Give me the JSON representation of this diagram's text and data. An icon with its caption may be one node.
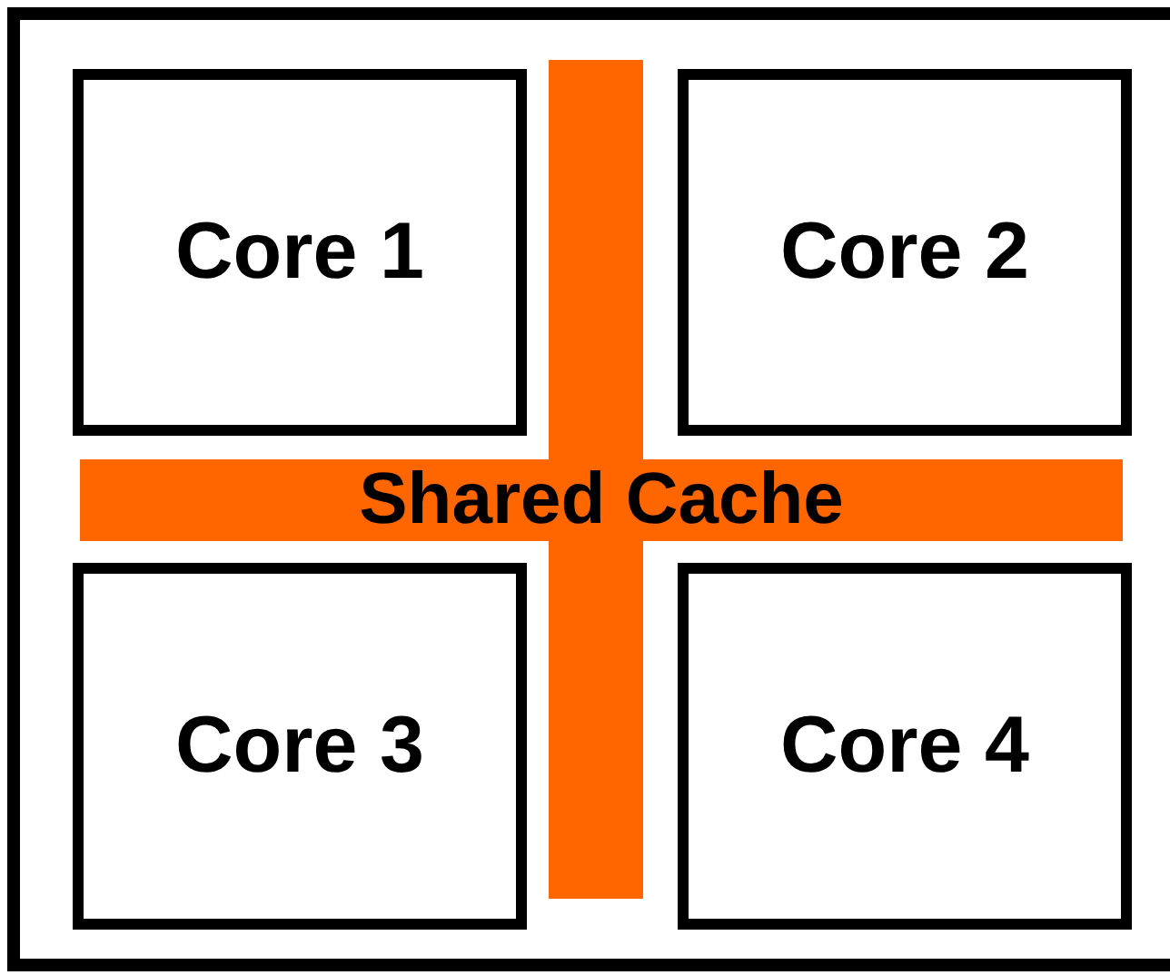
{
  "diagram": {
    "nodes": [
      {
        "text": [],
        "shape": "box"
      },
      {
        "text": [
          "Core 1"
        ],
        "in": 0
      },
      {
        "text": [],
        "shape": "bar",
        "in": 0
      },
      {
        "text": [
          "Core 2"
        ],
        "in": 0
      },
      {
        "text": [
          "Shared Cache"
        ],
        "in": 0
      },
      {
        "text": [
          "Core 3"
        ],
        "in": 0
      },
      {
        "text": [],
        "shape": "bar",
        "in": 0
      },
      {
        "text": [
          "Core 4"
        ],
        "in": 0
      }
    ]
  }
}
